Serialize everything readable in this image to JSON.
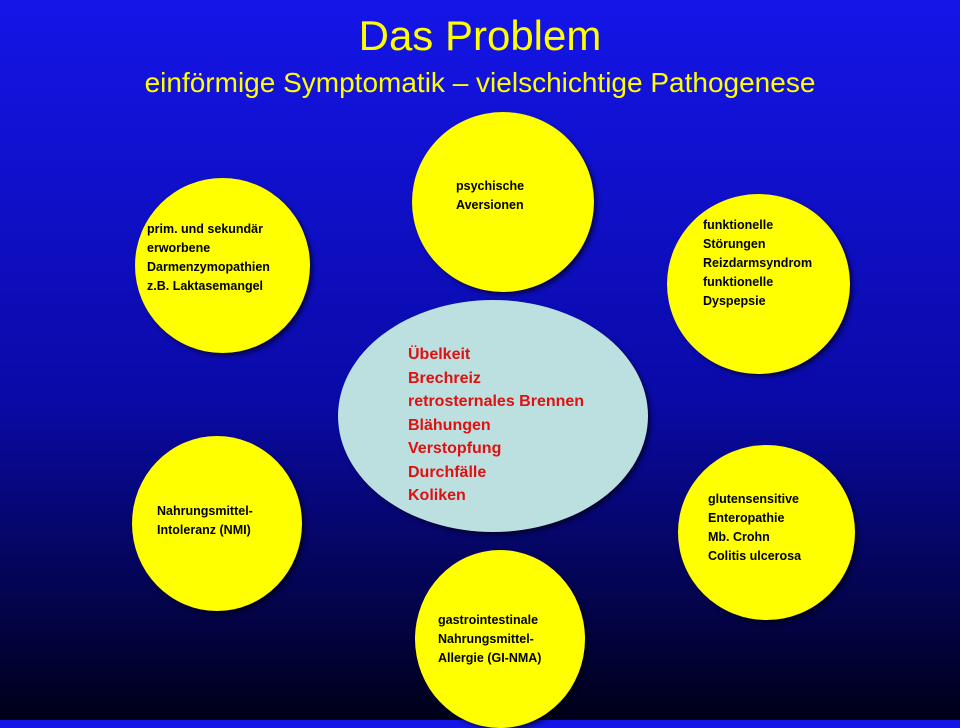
{
  "title": "Das Problem",
  "subtitle": "einförmige Symptomatik – vielschichtige Pathogenese",
  "center": {
    "lines": [
      "Übelkeit",
      "Brechreiz",
      "retrosternales Brennen",
      "Blähungen",
      "Verstopfung",
      "Durchfälle",
      "Koliken"
    ]
  },
  "bubbles": {
    "psychisch": {
      "lines": [
        "psychische",
        "Aversionen"
      ]
    },
    "funktionell": {
      "lines": [
        "funktionelle",
        "Störungen",
        "Reizdarmsyndrom",
        "funktionelle",
        "Dyspepsie"
      ]
    },
    "enzymopathie": {
      "lines": [
        "prim. und sekundär",
        "erworbene",
        "Darmenzymopathien",
        "z.B. Laktasemangel"
      ]
    },
    "intoleranz": {
      "lines": [
        "Nahrungsmittel-",
        "Intoleranz (NMI)"
      ]
    },
    "gluten": {
      "lines": [
        "glutensensitive",
        "Enteropathie",
        "Mb. Crohn",
        "Colitis ulcerosa"
      ]
    },
    "allergie": {
      "lines": [
        "gastrointestinale",
        "Nahrungsmittel-",
        "Allergie (GI-NMA)"
      ]
    }
  },
  "colors": {
    "bubble_fill": "#ffff00",
    "center_fill": "#bce0e0",
    "center_text": "#e01010",
    "title_text": "#ffff00"
  }
}
